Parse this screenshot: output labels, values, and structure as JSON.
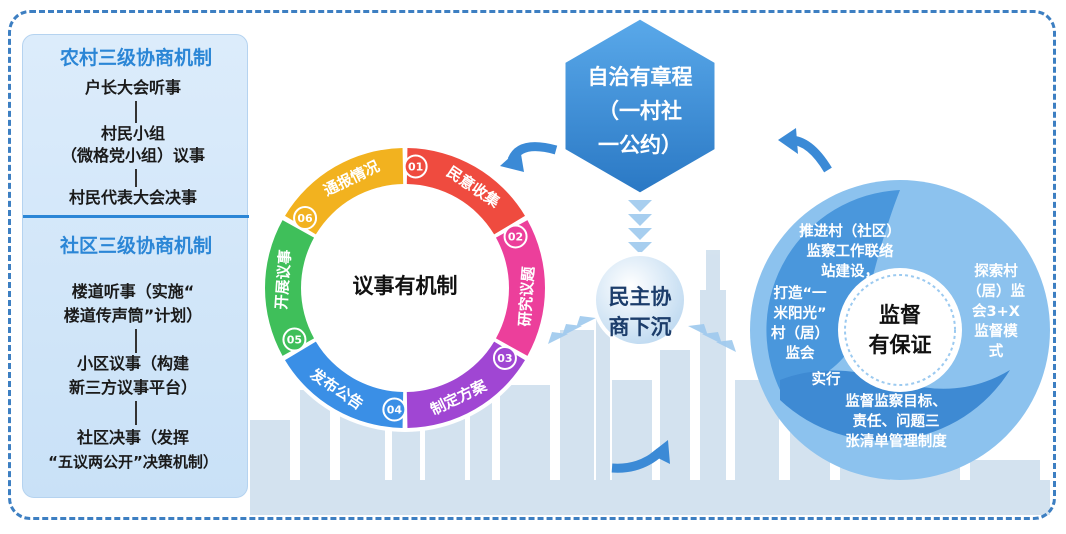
{
  "rural": {
    "title": "农村三级协商机制",
    "steps": [
      "户长大会听事",
      "村民小组",
      "（微格党小组）议事",
      "村民代表大会决事"
    ]
  },
  "community": {
    "title": "社区三级协商机制",
    "steps": [
      "楼道听事（实施“",
      "楼道传声筒”计划）",
      "小区议事（构建",
      "新三方议事平台）",
      "社区决事（发挥",
      "“五议两公开”决策机制）"
    ]
  },
  "ring": {
    "center": "议事有机制",
    "segments": [
      {
        "num": "01",
        "label": "民意收集",
        "color": "#ef4b3f"
      },
      {
        "num": "02",
        "label": "研究议题",
        "color": "#ec3f9b"
      },
      {
        "num": "03",
        "label": "制定方案",
        "color": "#a046d3"
      },
      {
        "num": "04",
        "label": "发布公告",
        "color": "#3a8fe6"
      },
      {
        "num": "05",
        "label": "开展议事",
        "color": "#3fbf5a"
      },
      {
        "num": "06",
        "label": "通报情况",
        "color": "#f2b21f"
      }
    ]
  },
  "hexagon": {
    "lines": [
      "自治有章程",
      "（一村社",
      "一公约）"
    ]
  },
  "hub": {
    "lines": [
      "民主协",
      "商下沉"
    ]
  },
  "supervision": {
    "core": [
      "监督",
      "有保证"
    ],
    "left": [
      "推进村（社区）",
      "监察工作联络",
      "站建设，",
      "打造“一",
      "米阳光”",
      "村（居）",
      "监会"
    ],
    "right": [
      "探索村",
      "（居）监",
      "会3+X",
      "监督模",
      "式"
    ],
    "bottom": [
      "实行",
      "监督监察目标、",
      "责任、问题三",
      "张清单管理制度"
    ]
  },
  "colors": {
    "accent": "#2b86d6",
    "frame": "#3d7fc2",
    "hex": "#3c8fd8",
    "sup": "#5aa7e8"
  }
}
